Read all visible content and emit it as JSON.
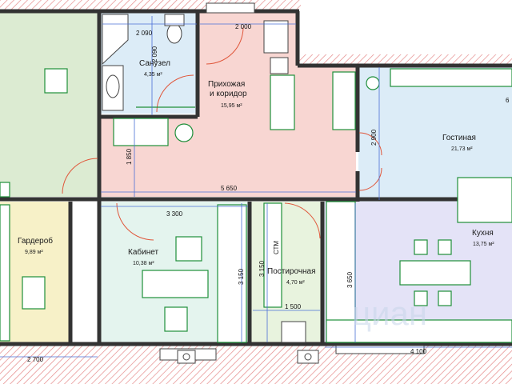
{
  "rooms": {
    "bathroom": {
      "name": "Санузел",
      "area": "4,35 м²"
    },
    "hallway": {
      "name_line1": "Прихожая",
      "name_line2": "и коридор",
      "area": "15,95 м²"
    },
    "living": {
      "name": "Гостиная",
      "area": "21,73 м²"
    },
    "kitchen": {
      "name": "Кухня",
      "area": "13,75 м²"
    },
    "wardrobe": {
      "name": "Гардероб",
      "area": "9,89 м²"
    },
    "study": {
      "name": "Кабинет",
      "area": "10,38 м²"
    },
    "laundry": {
      "name": "Постирочная",
      "area": "4,70 м²"
    }
  },
  "dimensions": {
    "d2090_top": "2 090",
    "d2000": "2 000",
    "d2090_side": "2 090",
    "d1850": "1 850",
    "d2900": "2 900",
    "d5650": "5 650",
    "d3300": "3 300",
    "d3150_study": "3 150",
    "d3150_laundry": "3 150",
    "d1500": "1 500",
    "d3650": "3 650",
    "d2700": "2 700",
    "d4100": "4 100",
    "d6_partial": "6",
    "cm_label": "СТМ"
  },
  "watermark": "циан",
  "colors": {
    "left_room": "#dcebd2",
    "bathroom": "#dcecf7",
    "hallway": "#f8d6d2",
    "living": "#dcecf7",
    "kitchen": "#e4e3f7",
    "wardrobe": "#f7f1c8",
    "study": "#e4f4ee",
    "laundry": "#e8f3de",
    "walls": "#333333",
    "dimension_lines": "#4a6fd6",
    "doors": "#e0563a",
    "furniture": "#1f8f3a"
  }
}
